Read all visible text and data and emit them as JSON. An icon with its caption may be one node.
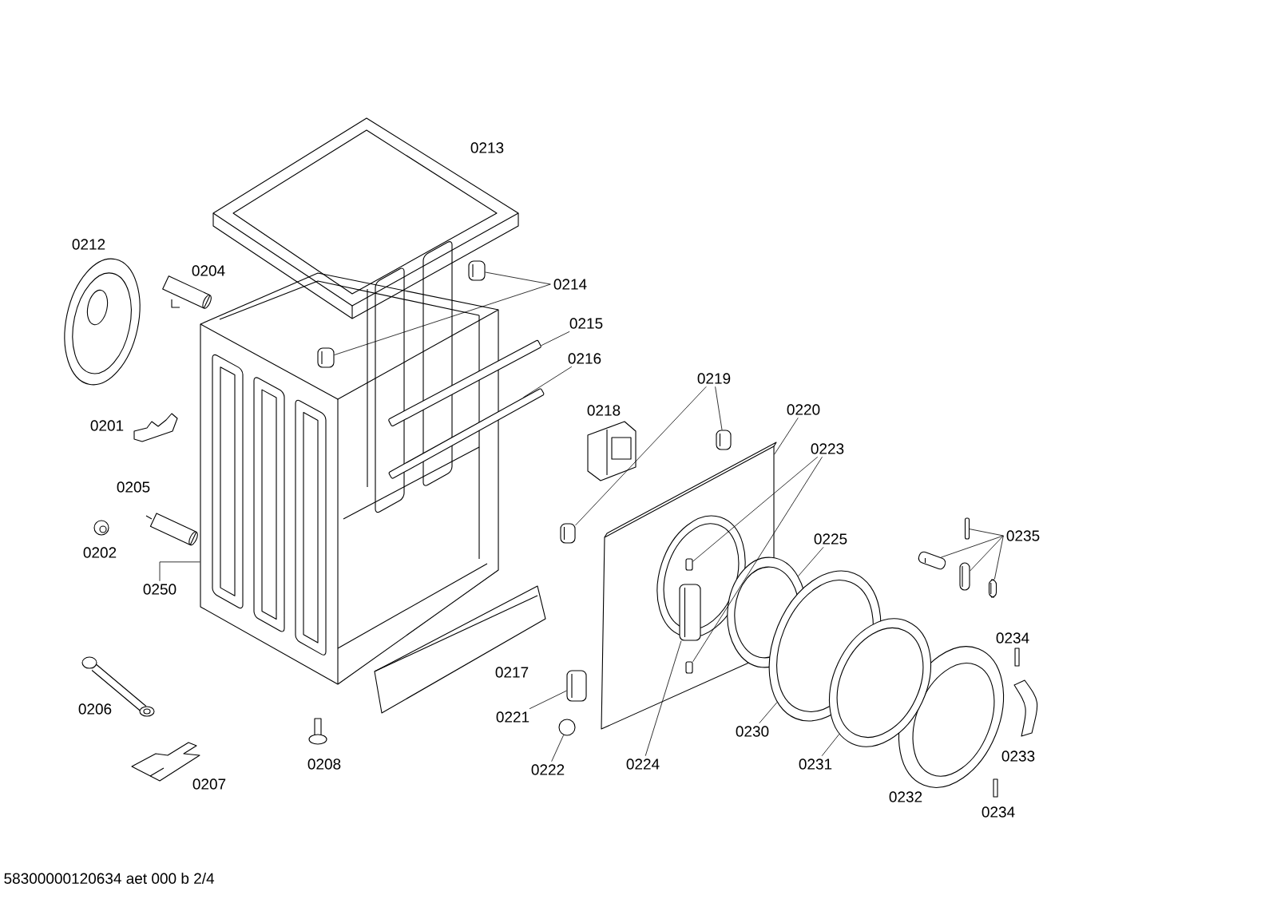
{
  "diagram": {
    "nodes": [
      {
        "text": [
          "0214"
        ]
      },
      {
        "text": [],
        "shape": "box"
      },
      {
        "text": [],
        "shape": "box",
        "in": 33
      },
      {
        "text": [
          "0215"
        ]
      },
      {
        "text": [],
        "shape": "bar"
      },
      {
        "text": [
          "0216"
        ]
      },
      {
        "text": [],
        "shape": "bar"
      },
      {
        "text": [
          "0219"
        ]
      },
      {
        "text": [],
        "shape": "box"
      },
      {
        "text": [],
        "shape": "box"
      },
      {
        "text": [
          "0220"
        ]
      },
      {
        "text": [],
        "shape": "picture"
      },
      {
        "text": [
          "0223"
        ]
      },
      {
        "text": [],
        "shape": "bar",
        "in": 11
      },
      {
        "text": [],
        "shape": "bar",
        "in": 11
      },
      {
        "text": [
          "0225"
        ]
      },
      {
        "text": [],
        "shape": "circle"
      },
      {
        "text": [
          "0221"
        ]
      },
      {
        "text": [],
        "shape": "box"
      },
      {
        "text": [
          "0222"
        ]
      },
      {
        "text": [],
        "shape": "circle"
      },
      {
        "text": [
          "0224"
        ]
      },
      {
        "text": [],
        "shape": "box",
        "in": 11
      },
      {
        "text": [
          "0230"
        ]
      },
      {
        "text": [],
        "shape": "circle"
      },
      {
        "text": [
          "0231"
        ]
      },
      {
        "text": [],
        "shape": "circle"
      },
      {
        "text": [
          "0235"
        ]
      },
      {
        "text": [],
        "shape": "bar"
      },
      {
        "text": [],
        "shape": "box"
      },
      {
        "text": [],
        "shape": "box"
      },
      {
        "text": [],
        "shape": "box"
      },
      {
        "text": [
          "0250"
        ]
      },
      {
        "text": [],
        "shape": "picture"
      }
    ],
    "edges": [
      {
        "from": 0,
        "to": 1,
        "arrow": "none"
      },
      {
        "from": 0,
        "to": 2,
        "arrow": "none"
      },
      {
        "from": 3,
        "to": 4,
        "arrow": "none"
      },
      {
        "from": 5,
        "to": 6,
        "arrow": "none"
      },
      {
        "from": 7,
        "to": 8,
        "arrow": "none"
      },
      {
        "from": 7,
        "to": 9,
        "arrow": "none"
      },
      {
        "from": 10,
        "to": 11,
        "arrow": "none"
      },
      {
        "from": 12,
        "to": 13,
        "arrow": "none"
      },
      {
        "from": 12,
        "to": 14,
        "arrow": "none"
      },
      {
        "from": 15,
        "to": 16,
        "arrow": "none"
      },
      {
        "from": 17,
        "to": 18,
        "arrow": "none"
      },
      {
        "from": 19,
        "to": 20,
        "arrow": "none"
      },
      {
        "from": 21,
        "to": 22,
        "arrow": "none"
      },
      {
        "from": 23,
        "to": 24,
        "arrow": "none"
      },
      {
        "from": 25,
        "to": 26,
        "arrow": "none"
      },
      {
        "from": 27,
        "to": 28,
        "arrow": "none"
      },
      {
        "from": 27,
        "to": 29,
        "arrow": "none"
      },
      {
        "from": 27,
        "to": 30,
        "arrow": "none"
      },
      {
        "from": 27,
        "to": 31,
        "arrow": "none"
      },
      {
        "from": 32,
        "to": 33,
        "arrow": "none"
      }
    ],
    "labels": [
      "0213",
      "0212",
      "0204",
      "0201",
      "0205",
      "0202",
      "0206",
      "0207",
      "0208",
      "0217",
      "0218",
      "0232",
      "0233",
      "0234",
      "0234",
      "58300000120634 aet 000 b 2/4"
    ]
  }
}
